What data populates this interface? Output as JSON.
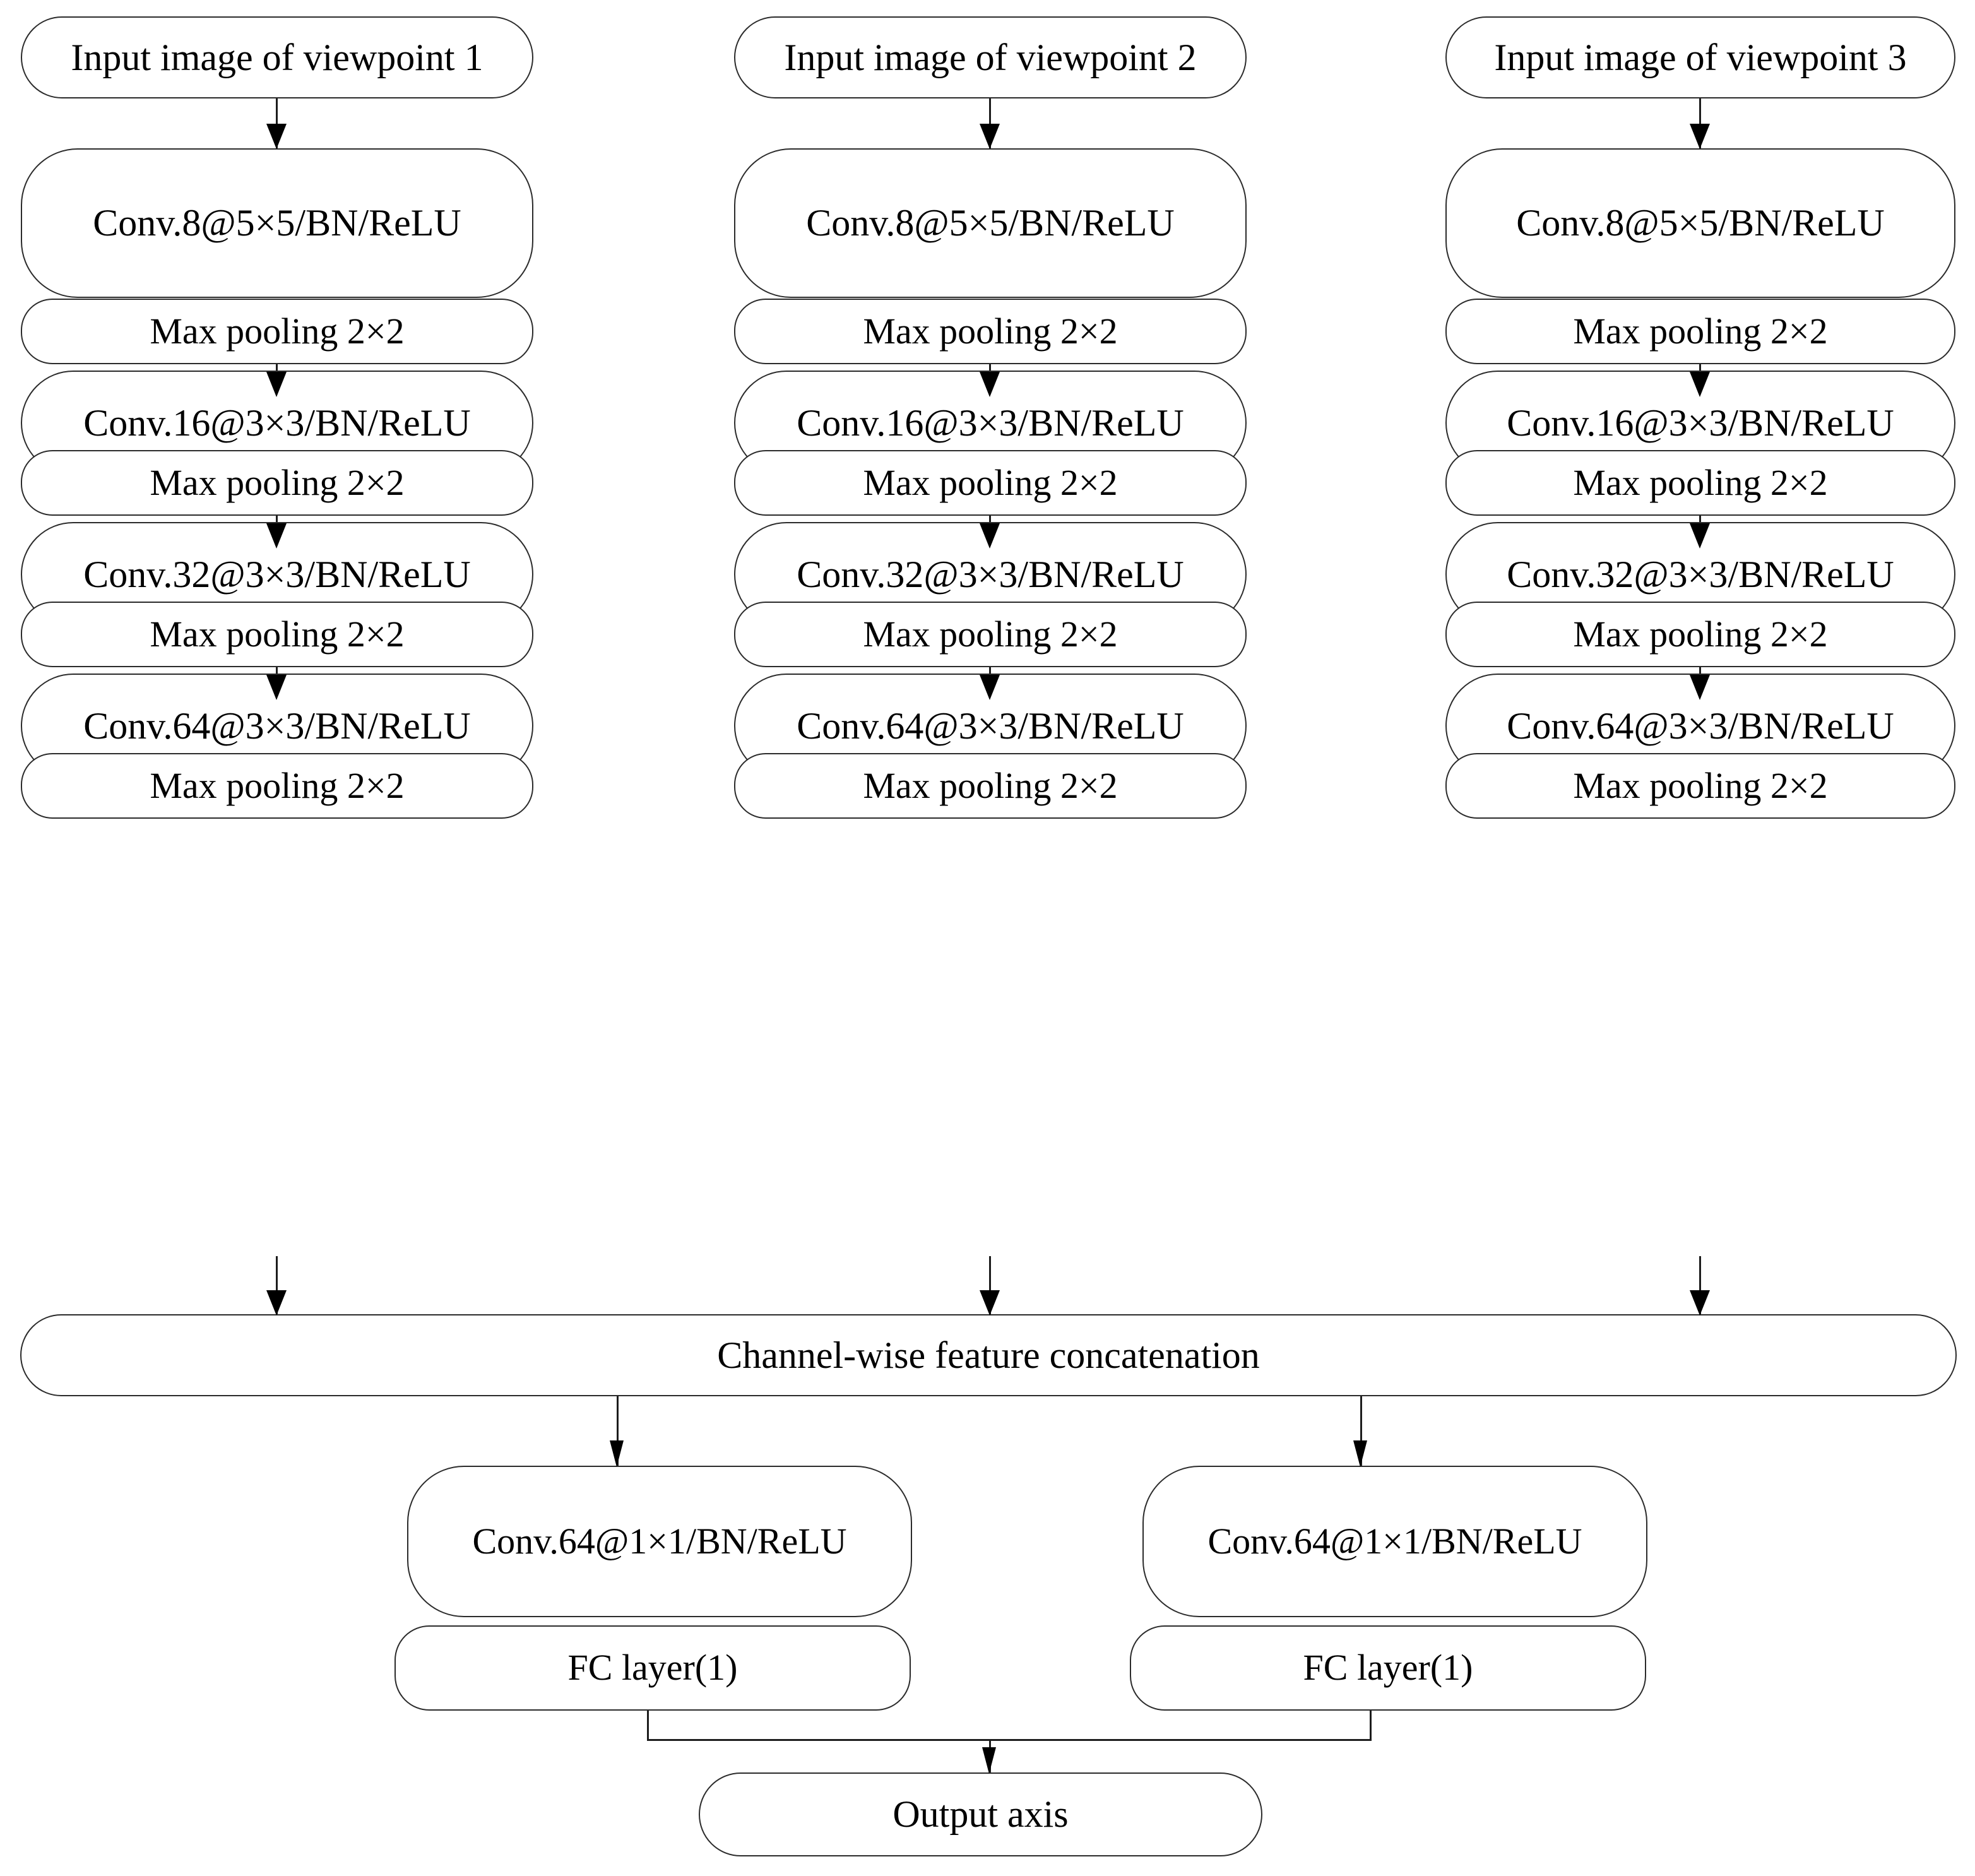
{
  "diagram": {
    "title": "Multi-view CNN architecture flowchart",
    "stroke_color": "#2b2b2b",
    "fill_color": "#ffffff",
    "arrow_color": "#000000"
  },
  "branches": [
    {
      "input_label": "Input image of viewpoint 1",
      "layers": [
        {
          "type": "conv",
          "label": "Conv.8@5×5/BN/ReLU"
        },
        {
          "type": "pool",
          "label": "Max pooling 2×2"
        },
        {
          "type": "conv",
          "label": "Conv.16@3×3/BN/ReLU"
        },
        {
          "type": "pool",
          "label": "Max pooling 2×2"
        },
        {
          "type": "conv",
          "label": "Conv.32@3×3/BN/ReLU"
        },
        {
          "type": "pool",
          "label": "Max pooling 2×2"
        },
        {
          "type": "conv",
          "label": "Conv.64@3×3/BN/ReLU"
        },
        {
          "type": "pool",
          "label": "Max pooling 2×2"
        }
      ]
    },
    {
      "input_label": "Input image of viewpoint 2",
      "layers": [
        {
          "type": "conv",
          "label": "Conv.8@5×5/BN/ReLU"
        },
        {
          "type": "pool",
          "label": "Max pooling 2×2"
        },
        {
          "type": "conv",
          "label": "Conv.16@3×3/BN/ReLU"
        },
        {
          "type": "pool",
          "label": "Max pooling 2×2"
        },
        {
          "type": "conv",
          "label": "Conv.32@3×3/BN/ReLU"
        },
        {
          "type": "pool",
          "label": "Max pooling 2×2"
        },
        {
          "type": "conv",
          "label": "Conv.64@3×3/BN/ReLU"
        },
        {
          "type": "pool",
          "label": "Max pooling 2×2"
        }
      ]
    },
    {
      "input_label": "Input image of viewpoint 3",
      "layers": [
        {
          "type": "conv",
          "label": "Conv.8@5×5/BN/ReLU"
        },
        {
          "type": "pool",
          "label": "Max pooling 2×2"
        },
        {
          "type": "conv",
          "label": "Conv.16@3×3/BN/ReLU"
        },
        {
          "type": "pool",
          "label": "Max pooling 2×2"
        },
        {
          "type": "conv",
          "label": "Conv.32@3×3/BN/ReLU"
        },
        {
          "type": "pool",
          "label": "Max pooling 2×2"
        },
        {
          "type": "conv",
          "label": "Conv.64@3×3/BN/ReLU"
        },
        {
          "type": "pool",
          "label": "Max pooling 2×2"
        }
      ]
    }
  ],
  "fusion": {
    "concat_label": "Channel-wise feature concatenation",
    "heads": [
      {
        "conv_label": "Conv.64@1×1/BN/ReLU",
        "fc_label": "FC layer(1)"
      },
      {
        "conv_label": "Conv.64@1×1/BN/ReLU",
        "fc_label": "FC layer(1)"
      }
    ],
    "output_label": "Output axis"
  }
}
